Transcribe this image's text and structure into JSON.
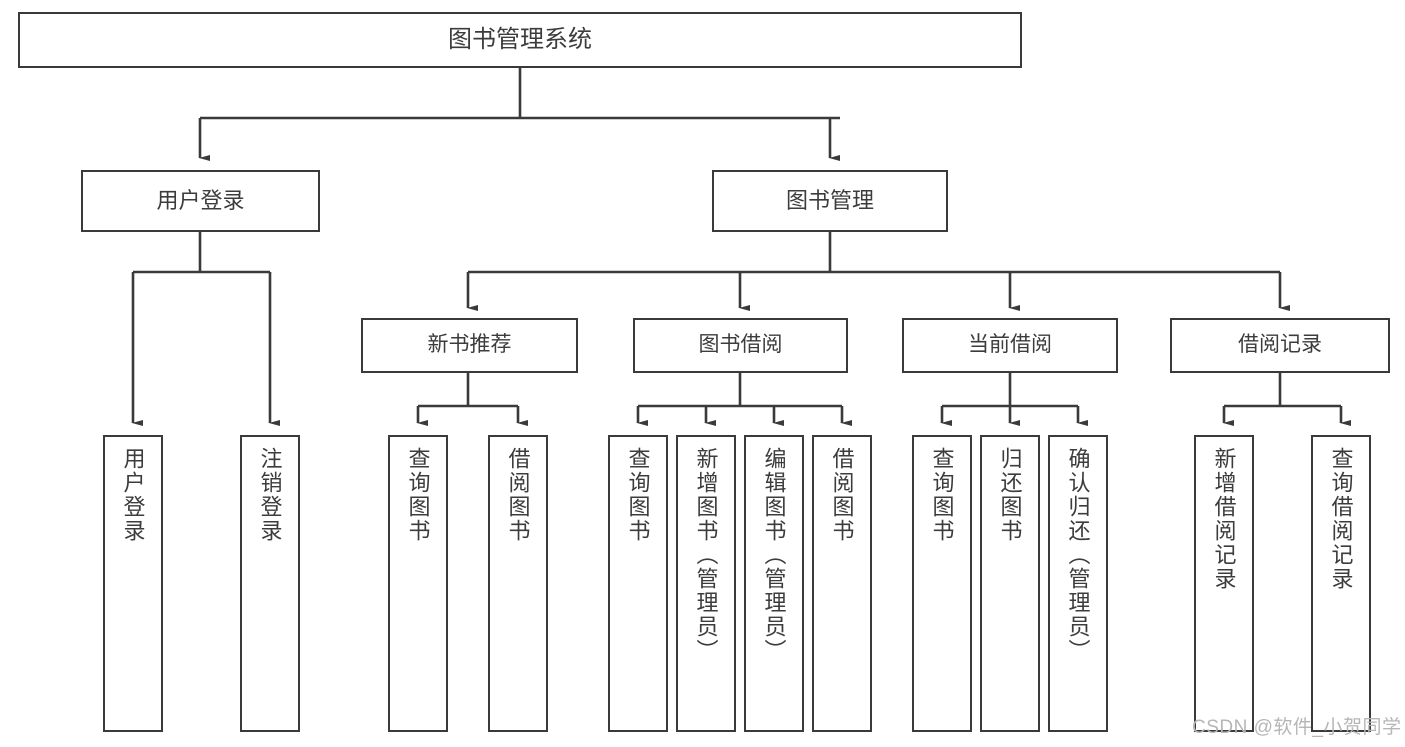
{
  "diagram": {
    "title": "图书管理系统",
    "type": "tree-hierarchy",
    "root": {
      "label": "图书管理系统"
    },
    "level2": [
      {
        "label": "用户登录"
      },
      {
        "label": "图书管理"
      }
    ],
    "level3": [
      {
        "label": "新书推荐"
      },
      {
        "label": "图书借阅"
      },
      {
        "label": "当前借阅"
      },
      {
        "label": "借阅记录"
      }
    ],
    "leaves": {
      "user_login": [
        {
          "label": "用户登录"
        },
        {
          "label": "注销登录"
        }
      ],
      "new_book_recommend": [
        {
          "label": "查询图书"
        },
        {
          "label": "借阅图书"
        }
      ],
      "book_borrow": [
        {
          "label": "查询图书"
        },
        {
          "label": "新增图书（管理员）"
        },
        {
          "label": "编辑图书（管理员）"
        },
        {
          "label": "借阅图书"
        }
      ],
      "current_borrow": [
        {
          "label": "查询图书"
        },
        {
          "label": "归还图书"
        },
        {
          "label": "确认归还（管理员）"
        }
      ],
      "borrow_records": [
        {
          "label": "新增借阅记录"
        },
        {
          "label": "查询借阅记录"
        }
      ]
    }
  },
  "watermark": {
    "text": "CSDN @软件_小贺同学"
  },
  "colors": {
    "stroke": "#3a3a3a",
    "text": "#3c3c3c",
    "background": "#ffffff",
    "watermark": "#b6b6b6"
  }
}
